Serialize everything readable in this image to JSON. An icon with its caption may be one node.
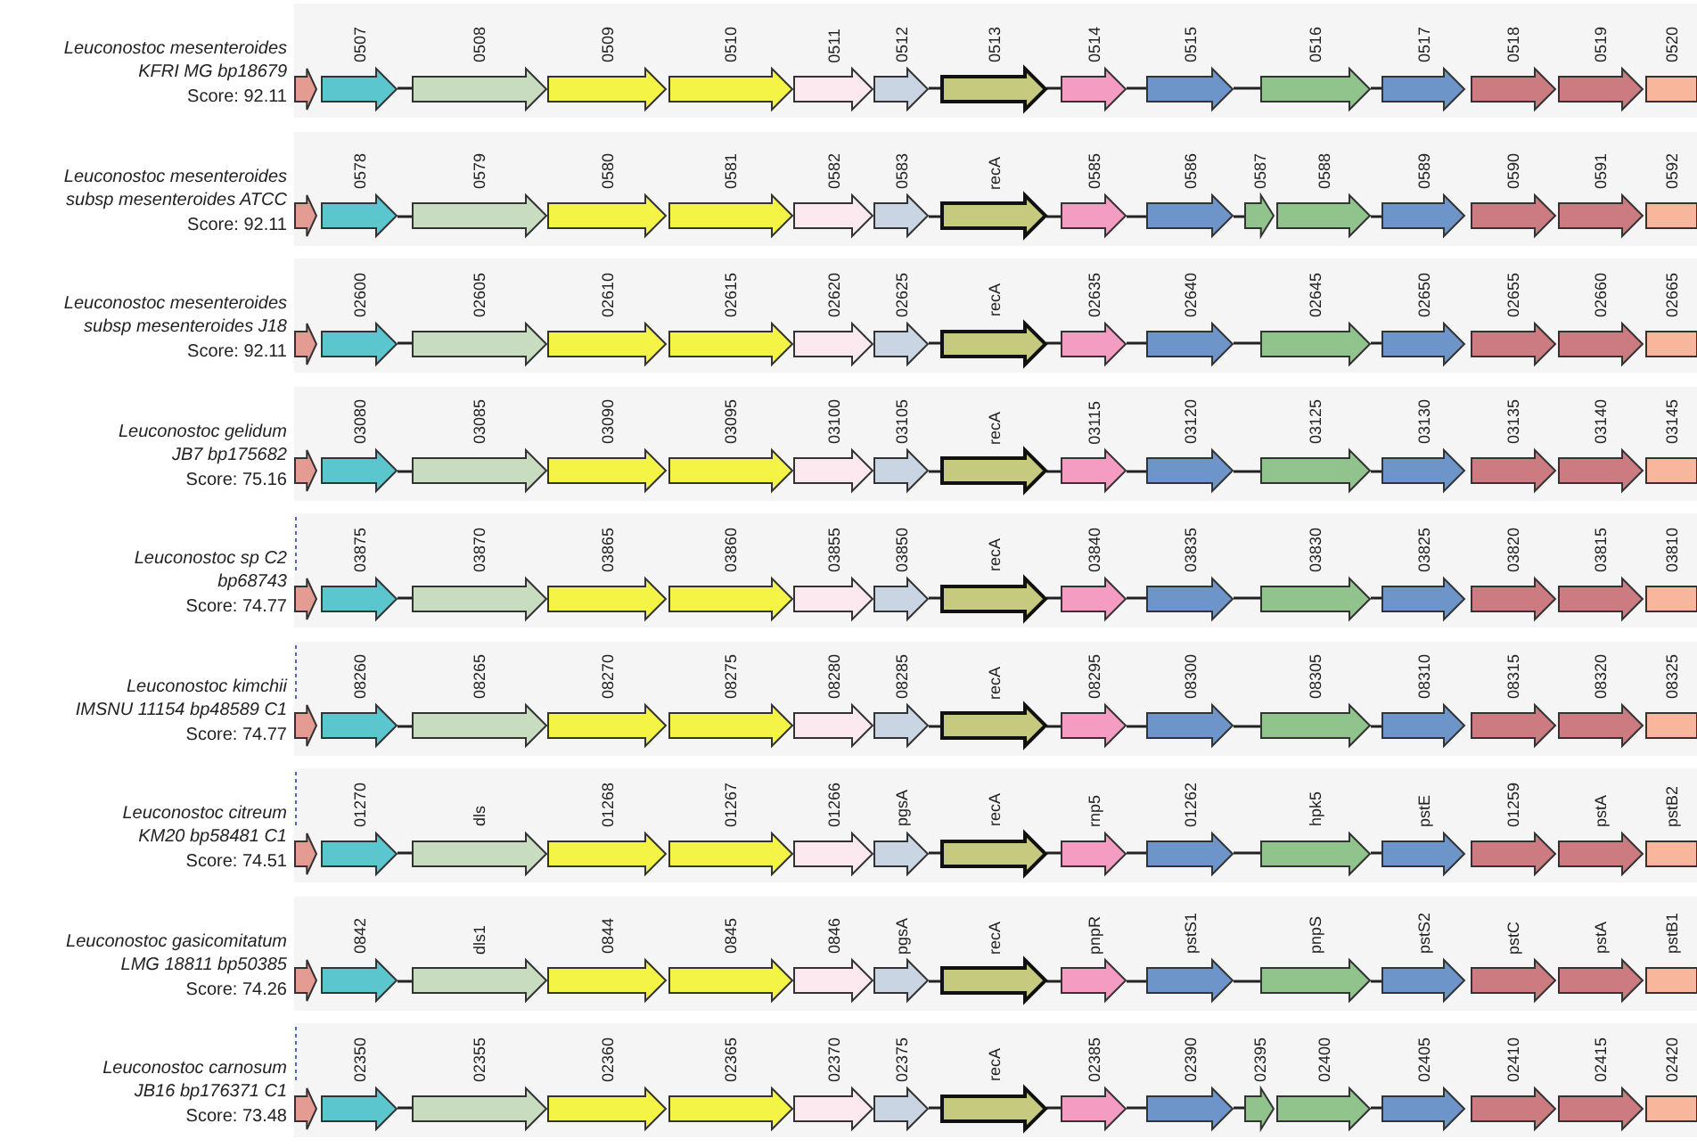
{
  "diagram": {
    "nodes": [
      {
        "text": [
          "Leuconostoc mesenteroides KFRI MG bp18679",
          "Score: 92.11"
        ]
      },
      {
        "text": [],
        "shape": "arrow",
        "in": 0
      },
      {
        "text": [
          "0507"
        ],
        "in": 0
      },
      {
        "text": [
          "0508"
        ],
        "in": 0
      },
      {
        "text": [
          "0509"
        ],
        "in": 0
      },
      {
        "text": [
          "0510"
        ],
        "in": 0
      },
      {
        "text": [
          "0511"
        ],
        "in": 0
      },
      {
        "text": [
          "0512"
        ],
        "in": 0
      },
      {
        "text": [
          "0513"
        ],
        "in": 0
      },
      {
        "text": [
          "0514"
        ],
        "in": 0
      },
      {
        "text": [
          "0515"
        ],
        "in": 0
      },
      {
        "text": [
          "0516"
        ],
        "in": 0
      },
      {
        "text": [
          "0517"
        ],
        "in": 0
      },
      {
        "text": [
          "0518"
        ],
        "in": 0
      },
      {
        "text": [
          "0519"
        ],
        "in": 0
      },
      {
        "text": [
          "0520"
        ],
        "in": 0
      },
      {
        "text": [
          "Leuconostoc mesenteroides subsp mesenteroides ATCC",
          "Score: 92.11"
        ]
      },
      {
        "text": [],
        "shape": "arrow",
        "in": 16
      },
      {
        "text": [
          "0578"
        ],
        "in": 16
      },
      {
        "text": [
          "0579"
        ],
        "in": 16
      },
      {
        "text": [
          "0580"
        ],
        "in": 16
      },
      {
        "text": [
          "0581"
        ],
        "in": 16
      },
      {
        "text": [
          "0582"
        ],
        "in": 16
      },
      {
        "text": [
          "0583"
        ],
        "in": 16
      },
      {
        "text": [
          "recA"
        ],
        "in": 16
      },
      {
        "text": [
          "0585"
        ],
        "in": 16
      },
      {
        "text": [
          "0586"
        ],
        "in": 16
      },
      {
        "text": [
          "0587"
        ],
        "in": 16
      },
      {
        "text": [
          "0588"
        ],
        "in": 16
      },
      {
        "text": [
          "0589"
        ],
        "in": 16
      },
      {
        "text": [
          "0590"
        ],
        "in": 16
      },
      {
        "text": [
          "0591"
        ],
        "in": 16
      },
      {
        "text": [
          "0592"
        ],
        "in": 16
      },
      {
        "text": [
          "Leuconostoc mesenteroides subsp mesenteroides J18",
          "Score: 92.11"
        ]
      },
      {
        "text": [],
        "shape": "arrow",
        "in": 33
      },
      {
        "text": [
          "02600"
        ],
        "in": 33
      },
      {
        "text": [
          "02605"
        ],
        "in": 33
      },
      {
        "text": [
          "02610"
        ],
        "in": 33
      },
      {
        "text": [
          "02615"
        ],
        "in": 33
      },
      {
        "text": [
          "02620"
        ],
        "in": 33
      },
      {
        "text": [
          "02625"
        ],
        "in": 33
      },
      {
        "text": [
          "recA"
        ],
        "in": 33
      },
      {
        "text": [
          "02635"
        ],
        "in": 33
      },
      {
        "text": [
          "02640"
        ],
        "in": 33
      },
      {
        "text": [
          "02645"
        ],
        "in": 33
      },
      {
        "text": [
          "02650"
        ],
        "in": 33
      },
      {
        "text": [
          "02655"
        ],
        "in": 33
      },
      {
        "text": [
          "02660"
        ],
        "in": 33
      },
      {
        "text": [
          "02665"
        ],
        "in": 33
      },
      {
        "text": [
          "Leuconostoc gelidum JB7 bp175682",
          "Score: 75.16"
        ]
      },
      {
        "text": [],
        "shape": "arrow",
        "in": 49
      },
      {
        "text": [
          "03080"
        ],
        "in": 49
      },
      {
        "text": [
          "03085"
        ],
        "in": 49
      },
      {
        "text": [
          "03090"
        ],
        "in": 49
      },
      {
        "text": [
          "03095"
        ],
        "in": 49
      },
      {
        "text": [
          "03100"
        ],
        "in": 49
      },
      {
        "text": [
          "03105"
        ],
        "in": 49
      },
      {
        "text": [
          "recA"
        ],
        "in": 49
      },
      {
        "text": [
          "03115"
        ],
        "in": 49
      },
      {
        "text": [
          "03120"
        ],
        "in": 49
      },
      {
        "text": [
          "03125"
        ],
        "in": 49
      },
      {
        "text": [
          "03130"
        ],
        "in": 49
      },
      {
        "text": [
          "03135"
        ],
        "in": 49
      },
      {
        "text": [
          "03140"
        ],
        "in": 49
      },
      {
        "text": [
          "03145"
        ],
        "in": 49
      },
      {
        "text": [
          "Leuconostoc sp C2 bp68743",
          "Score: 74.77"
        ]
      },
      {
        "text": [],
        "shape": "arrow",
        "in": 65
      },
      {
        "text": [
          "03875"
        ],
        "in": 65
      },
      {
        "text": [
          "03870"
        ],
        "in": 65
      },
      {
        "text": [
          "03865"
        ],
        "in": 65
      },
      {
        "text": [
          "03860"
        ],
        "in": 65
      },
      {
        "text": [
          "03855"
        ],
        "in": 65
      },
      {
        "text": [
          "03850"
        ],
        "in": 65
      },
      {
        "text": [
          "recA"
        ],
        "in": 65
      },
      {
        "text": [
          "03840"
        ],
        "in": 65
      },
      {
        "text": [
          "03835"
        ],
        "in": 65
      },
      {
        "text": [
          "03830"
        ],
        "in": 65
      },
      {
        "text": [
          "03825"
        ],
        "in": 65
      },
      {
        "text": [
          "03820"
        ],
        "in": 65
      },
      {
        "text": [
          "03815"
        ],
        "in": 65
      },
      {
        "text": [
          "03810"
        ],
        "in": 65
      },
      {
        "text": [
          "Leuconostoc kimchii IMSNU 11154 bp48589 C1",
          "Score: 74.77"
        ]
      },
      {
        "text": [],
        "shape": "arrow",
        "in": 81
      },
      {
        "text": [
          "08260"
        ],
        "in": 81
      },
      {
        "text": [
          "08265"
        ],
        "in": 81
      },
      {
        "text": [
          "08270"
        ],
        "in": 81
      },
      {
        "text": [
          "08275"
        ],
        "in": 81
      },
      {
        "text": [
          "08280"
        ],
        "in": 81
      },
      {
        "text": [
          "08285"
        ],
        "in": 81
      },
      {
        "text": [
          "recA"
        ],
        "in": 81
      },
      {
        "text": [
          "08295"
        ],
        "in": 81
      },
      {
        "text": [
          "08300"
        ],
        "in": 81
      },
      {
        "text": [
          "08305"
        ],
        "in": 81
      },
      {
        "text": [
          "08310"
        ],
        "in": 81
      },
      {
        "text": [
          "08315"
        ],
        "in": 81
      },
      {
        "text": [
          "08320"
        ],
        "in": 81
      },
      {
        "text": [
          "08325"
        ],
        "in": 81
      },
      {
        "text": [
          "Leuconostoc citreum KM20 bp58481 C1",
          "Score: 74.51"
        ]
      },
      {
        "text": [],
        "shape": "arrow",
        "in": 97
      },
      {
        "text": [
          "01270"
        ],
        "in": 97
      },
      {
        "text": [
          "dls"
        ],
        "in": 97
      },
      {
        "text": [
          "01268"
        ],
        "in": 97
      },
      {
        "text": [
          "01267"
        ],
        "in": 97
      },
      {
        "text": [
          "01266"
        ],
        "in": 97
      },
      {
        "text": [
          "pgsA"
        ],
        "in": 97
      },
      {
        "text": [
          "recA"
        ],
        "in": 97
      },
      {
        "text": [
          "rnp5"
        ],
        "in": 97
      },
      {
        "text": [
          "01262"
        ],
        "in": 97
      },
      {
        "text": [
          "hpk5"
        ],
        "in": 97
      },
      {
        "text": [
          "pstE"
        ],
        "in": 97
      },
      {
        "text": [
          "01259"
        ],
        "in": 97
      },
      {
        "text": [
          "pstA"
        ],
        "in": 97
      },
      {
        "text": [
          "pstB2"
        ],
        "in": 97
      },
      {
        "text": [
          "Leuconostoc gasicomitatum LMG 18811 bp50385",
          "Score: 74.26"
        ]
      },
      {
        "text": [],
        "shape": "arrow",
        "in": 113
      },
      {
        "text": [
          "0842"
        ],
        "in": 113
      },
      {
        "text": [
          "dls1"
        ],
        "in": 113
      },
      {
        "text": [
          "0844"
        ],
        "in": 113
      },
      {
        "text": [
          "0845"
        ],
        "in": 113
      },
      {
        "text": [
          "0846"
        ],
        "in": 113
      },
      {
        "text": [
          "pgsA"
        ],
        "in": 113
      },
      {
        "text": [
          "recA"
        ],
        "in": 113
      },
      {
        "text": [
          "pnpR"
        ],
        "in": 113
      },
      {
        "text": [
          "pstS1"
        ],
        "in": 113
      },
      {
        "text": [
          "pnpS"
        ],
        "in": 113
      },
      {
        "text": [
          "pstS2"
        ],
        "in": 113
      },
      {
        "text": [
          "pstC"
        ],
        "in": 113
      },
      {
        "text": [
          "pstA"
        ],
        "in": 113
      },
      {
        "text": [
          "pstB1"
        ],
        "in": 113
      },
      {
        "text": [
          "Leuconostoc carnosum JB16 bp176371 C1",
          "Score: 73.48"
        ]
      },
      {
        "text": [],
        "shape": "arrow",
        "in": 129
      },
      {
        "text": [
          "02350"
        ],
        "in": 129
      },
      {
        "text": [
          "02355"
        ],
        "in": 129
      },
      {
        "text": [
          "02360"
        ],
        "in": 129
      },
      {
        "text": [
          "02365"
        ],
        "in": 129
      },
      {
        "text": [
          "02370"
        ],
        "in": 129
      },
      {
        "text": [
          "02375"
        ],
        "in": 129
      },
      {
        "text": [
          "recA"
        ],
        "in": 129
      },
      {
        "text": [
          "02385"
        ],
        "in": 129
      },
      {
        "text": [
          "02390"
        ],
        "in": 129
      },
      {
        "text": [
          "02395"
        ],
        "in": 129
      },
      {
        "text": [
          "02400"
        ],
        "in": 129
      },
      {
        "text": [
          "02405"
        ],
        "in": 129
      },
      {
        "text": [
          "02410"
        ],
        "in": 129
      },
      {
        "text": [
          "02415"
        ],
        "in": 129
      },
      {
        "text": [
          "02420"
        ],
        "in": 129
      }
    ],
    "edges": [
      {
        "from": 2,
        "to": 3,
        "arrow": "none"
      },
      {
        "from": 7,
        "to": 8,
        "arrow": "none"
      },
      {
        "from": 8,
        "to": 9,
        "arrow": "none"
      },
      {
        "from": 9,
        "to": 10,
        "arrow": "none"
      },
      {
        "from": 10,
        "to": 11,
        "arrow": "none"
      },
      {
        "from": 11,
        "to": 12,
        "arrow": "none"
      },
      {
        "from": 18,
        "to": 19,
        "arrow": "none"
      },
      {
        "from": 23,
        "to": 24,
        "arrow": "none"
      },
      {
        "from": 24,
        "to": 25,
        "arrow": "none"
      },
      {
        "from": 25,
        "to": 26,
        "arrow": "none"
      },
      {
        "from": 26,
        "to": 27,
        "arrow": "none"
      },
      {
        "from": 28,
        "to": 29,
        "arrow": "none"
      },
      {
        "from": 35,
        "to": 36,
        "arrow": "none"
      },
      {
        "from": 40,
        "to": 41,
        "arrow": "none"
      },
      {
        "from": 41,
        "to": 42,
        "arrow": "none"
      },
      {
        "from": 42,
        "to": 43,
        "arrow": "none"
      },
      {
        "from": 43,
        "to": 44,
        "arrow": "none"
      },
      {
        "from": 44,
        "to": 45,
        "arrow": "none"
      },
      {
        "from": 51,
        "to": 52,
        "arrow": "none"
      },
      {
        "from": 56,
        "to": 57,
        "arrow": "none"
      },
      {
        "from": 57,
        "to": 58,
        "arrow": "none"
      },
      {
        "from": 58,
        "to": 59,
        "arrow": "none"
      },
      {
        "from": 59,
        "to": 60,
        "arrow": "none"
      },
      {
        "from": 60,
        "to": 61,
        "arrow": "none"
      },
      {
        "from": 67,
        "to": 68,
        "arrow": "none"
      },
      {
        "from": 72,
        "to": 73,
        "arrow": "none"
      },
      {
        "from": 73,
        "to": 74,
        "arrow": "none"
      },
      {
        "from": 74,
        "to": 75,
        "arrow": "none"
      },
      {
        "from": 75,
        "to": 76,
        "arrow": "none"
      },
      {
        "from": 76,
        "to": 77,
        "arrow": "none"
      },
      {
        "from": 83,
        "to": 84,
        "arrow": "none"
      },
      {
        "from": 88,
        "to": 89,
        "arrow": "none"
      },
      {
        "from": 89,
        "to": 90,
        "arrow": "none"
      },
      {
        "from": 90,
        "to": 91,
        "arrow": "none"
      },
      {
        "from": 91,
        "to": 92,
        "arrow": "none"
      },
      {
        "from": 92,
        "to": 93,
        "arrow": "none"
      },
      {
        "from": 99,
        "to": 100,
        "arrow": "none"
      },
      {
        "from": 104,
        "to": 105,
        "arrow": "none"
      },
      {
        "from": 105,
        "to": 106,
        "arrow": "none"
      },
      {
        "from": 106,
        "to": 107,
        "arrow": "none"
      },
      {
        "from": 107,
        "to": 108,
        "arrow": "none"
      },
      {
        "from": 108,
        "to": 109,
        "arrow": "none"
      },
      {
        "from": 115,
        "to": 116,
        "arrow": "none"
      },
      {
        "from": 120,
        "to": 121,
        "arrow": "none"
      },
      {
        "from": 121,
        "to": 122,
        "arrow": "none"
      },
      {
        "from": 122,
        "to": 123,
        "arrow": "none"
      },
      {
        "from": 123,
        "to": 124,
        "arrow": "none"
      },
      {
        "from": 124,
        "to": 125,
        "arrow": "none"
      },
      {
        "from": 131,
        "to": 132,
        "arrow": "none"
      },
      {
        "from": 136,
        "to": 137,
        "arrow": "none"
      },
      {
        "from": 137,
        "to": 138,
        "arrow": "none"
      },
      {
        "from": 138,
        "to": 139,
        "arrow": "none"
      },
      {
        "from": 139,
        "to": 140,
        "arrow": "none"
      },
      {
        "from": 141,
        "to": 142,
        "arrow": "none"
      }
    ]
  }
}
